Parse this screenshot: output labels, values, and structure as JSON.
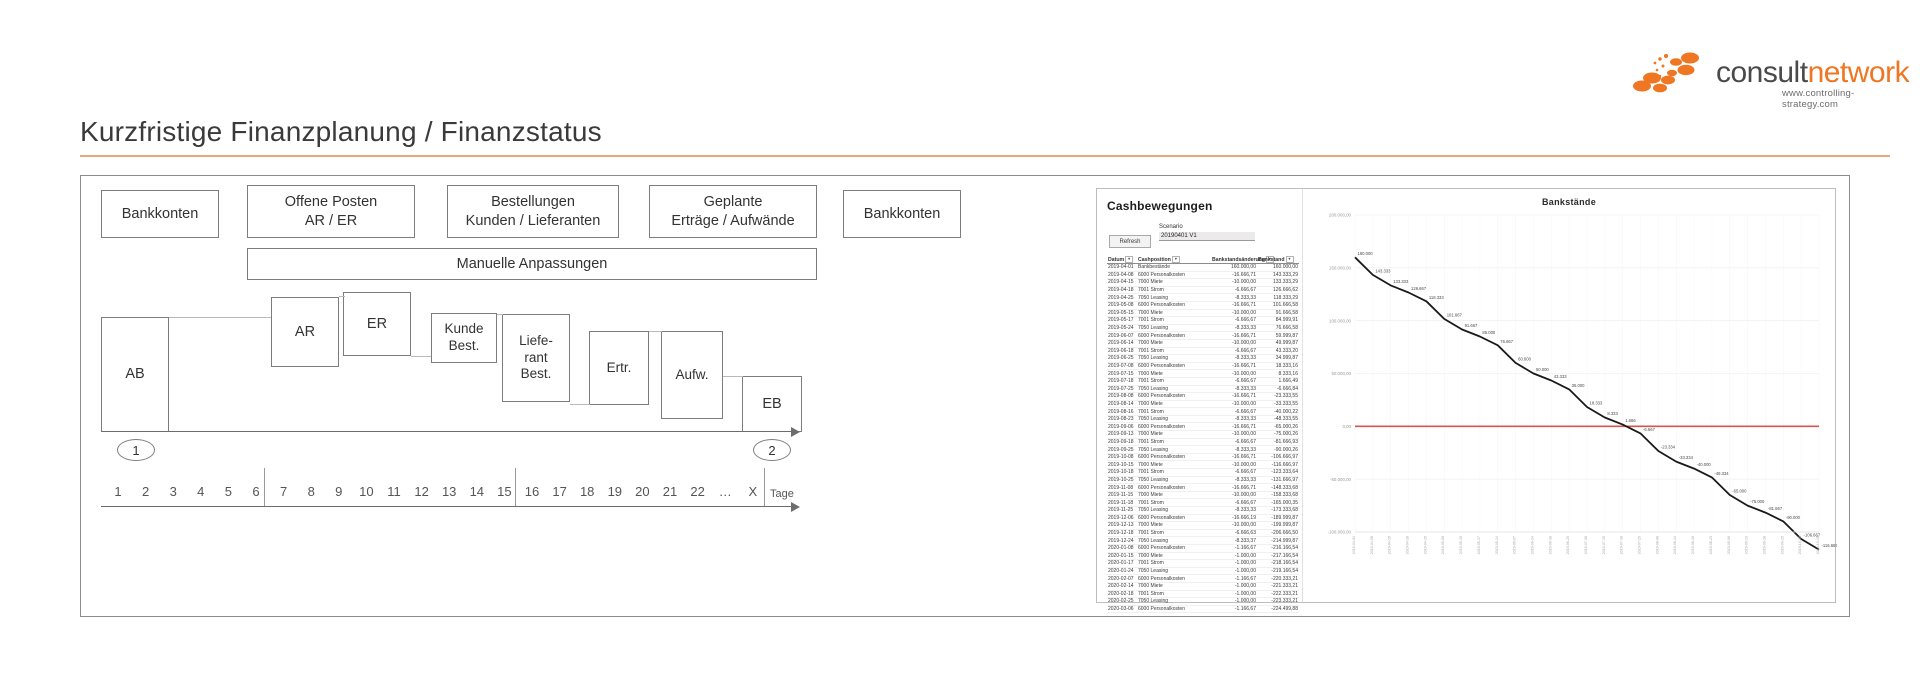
{
  "logo": {
    "text_part1": "consult",
    "text_part2": "network",
    "url": "www.controlling-strategy.com",
    "accent": "#ef7622",
    "dark": "#4a4a4a"
  },
  "page": {
    "title": "Kurzfristige Finanzplanung / Finanzstatus",
    "rule_color": "#e8a87c"
  },
  "diagram": {
    "top_boxes": [
      {
        "label": "Bankkonten"
      },
      {
        "label": "Offene Posten\nAR / ER"
      },
      {
        "label": "Bestellungen\nKunden / Lieferanten"
      },
      {
        "label": "Geplante\nErträge / Aufwände"
      },
      {
        "label": "Bankkonten"
      }
    ],
    "manual_box": "Manuelle Anpassungen",
    "waterfall": [
      {
        "label": "AB"
      },
      {
        "label": "AR"
      },
      {
        "label": "ER"
      },
      {
        "label": "Kunde\nBest."
      },
      {
        "label": "Liefe-\nrant\nBest."
      },
      {
        "label": "Ertr."
      },
      {
        "label": "Aufw."
      },
      {
        "label": "EB"
      }
    ],
    "step_markers": [
      "1",
      "2"
    ],
    "timeline": {
      "days": [
        "1",
        "2",
        "3",
        "4",
        "5",
        "6",
        "7",
        "8",
        "9",
        "10",
        "11",
        "12",
        "13",
        "14",
        "15",
        "16",
        "17",
        "18",
        "19",
        "20",
        "21",
        "22",
        "…",
        "X"
      ],
      "unit_label": "Tage"
    }
  },
  "dashboard": {
    "panel_title": "Cashbewegungen",
    "refresh_label": "Refresh",
    "scenario_label": "Scenario",
    "scenario_value": "20190401 V1",
    "table": {
      "columns": [
        "Datum",
        "Cashposition",
        "Bankstandsänderung",
        "Bankstand"
      ],
      "rows": [
        [
          "2019-04-01",
          "Bankbestände",
          "160.000,00",
          "160.000,00"
        ],
        [
          "2019-04-08",
          "6000 Personalkosten",
          "-16.666,71",
          "143.333,29"
        ],
        [
          "2019-04-15",
          "7000 Miete",
          "-10.000,00",
          "133.333,29"
        ],
        [
          "2019-04-18",
          "7001 Strom",
          "-6.666,67",
          "126.666,62"
        ],
        [
          "2019-04-25",
          "7050 Leasing",
          "-8.333,33",
          "118.333,29"
        ],
        [
          "2019-05-08",
          "6000 Personalkosten",
          "-16.666,71",
          "101.666,58"
        ],
        [
          "2019-05-15",
          "7000 Miete",
          "-10.000,00",
          "91.666,58"
        ],
        [
          "2019-05-17",
          "7001 Strom",
          "-6.666,67",
          "84.999,91"
        ],
        [
          "2019-05-24",
          "7050 Leasing",
          "-8.333,33",
          "76.666,58"
        ],
        [
          "2019-06-07",
          "6000 Personalkosten",
          "-16.666,71",
          "59.999,87"
        ],
        [
          "2019-06-14",
          "7000 Miete",
          "-10.000,00",
          "49.999,87"
        ],
        [
          "2019-06-18",
          "7001 Strom",
          "-6.666,67",
          "43.333,20"
        ],
        [
          "2019-06-25",
          "7050 Leasing",
          "-8.333,33",
          "34.999,87"
        ],
        [
          "2019-07-08",
          "6000 Personalkosten",
          "-16.666,71",
          "18.333,16"
        ],
        [
          "2019-07-15",
          "7000 Miete",
          "-10.000,00",
          "8.333,16"
        ],
        [
          "2019-07-18",
          "7001 Strom",
          "-6.666,67",
          "1.666,49"
        ],
        [
          "2019-07-25",
          "7050 Leasing",
          "-8.333,33",
          "-6.666,84"
        ],
        [
          "2019-08-08",
          "6000 Personalkosten",
          "-16.666,71",
          "-23.333,55"
        ],
        [
          "2019-08-14",
          "7000 Miete",
          "-10.000,00",
          "-33.333,55"
        ],
        [
          "2019-08-16",
          "7001 Strom",
          "-6.666,67",
          "-40.000,22"
        ],
        [
          "2019-08-23",
          "7050 Leasing",
          "-8.333,33",
          "-48.333,55"
        ],
        [
          "2019-09-06",
          "6000 Personalkosten",
          "-16.666,71",
          "-65.000,26"
        ],
        [
          "2019-09-13",
          "7000 Miete",
          "-10.000,00",
          "-75.000,26"
        ],
        [
          "2019-09-18",
          "7001 Strom",
          "-6.666,67",
          "-81.666,93"
        ],
        [
          "2019-09-25",
          "7050 Leasing",
          "-8.333,33",
          "-90.000,26"
        ],
        [
          "2019-10-08",
          "6000 Personalkosten",
          "-16.666,71",
          "-106.666,97"
        ],
        [
          "2019-10-15",
          "7000 Miete",
          "-10.000,00",
          "-116.666,97"
        ],
        [
          "2019-10-18",
          "7001 Strom",
          "-6.666,67",
          "-123.333,64"
        ],
        [
          "2019-10-25",
          "7050 Leasing",
          "-8.333,33",
          "-131.666,97"
        ],
        [
          "2019-11-08",
          "6000 Personalkosten",
          "-16.666,71",
          "-148.333,68"
        ],
        [
          "2019-11-15",
          "7000 Miete",
          "-10.000,00",
          "-158.333,68"
        ],
        [
          "2019-11-18",
          "7001 Strom",
          "-6.666,67",
          "-165.000,35"
        ],
        [
          "2019-11-25",
          "7050 Leasing",
          "-8.333,33",
          "-173.333,68"
        ],
        [
          "2019-12-06",
          "6000 Personalkosten",
          "-16.666,19",
          "-189.999,87"
        ],
        [
          "2019-12-13",
          "7000 Miete",
          "-10.000,00",
          "-199.999,87"
        ],
        [
          "2019-12-18",
          "7001 Strom",
          "-6.666,63",
          "-206.666,50"
        ],
        [
          "2019-12-24",
          "7050 Leasing",
          "-8.333,37",
          "-214.999,87"
        ],
        [
          "2020-01-08",
          "6000 Personalkosten",
          "-1.166,67",
          "-216.166,54"
        ],
        [
          "2020-01-15",
          "7000 Miete",
          "-1.000,00",
          "-217.166,54"
        ],
        [
          "2020-01-17",
          "7001 Strom",
          "-1.000,00",
          "-218.166,54"
        ],
        [
          "2020-01-24",
          "7050 Leasing",
          "-1.000,00",
          "-219.166,54"
        ],
        [
          "2020-02-07",
          "6000 Personalkosten",
          "-1.166,67",
          "-220.333,21"
        ],
        [
          "2020-02-14",
          "7000 Miete",
          "-1.000,00",
          "-221.333,21"
        ],
        [
          "2020-02-18",
          "7001 Strom",
          "-1.000,00",
          "-222.333,21"
        ],
        [
          "2020-02-25",
          "7050 Leasing",
          "-1.000,00",
          "-223.333,21"
        ],
        [
          "2020-03-06",
          "6000 Personalkosten",
          "-1.166,67",
          "-224.499,88"
        ]
      ]
    }
  },
  "chart_data": {
    "type": "line",
    "title": "Bankstände",
    "xlabel": "",
    "ylabel": "",
    "ylim": [
      -100000,
      200000
    ],
    "yticks": [
      200000,
      150000,
      100000,
      50000,
      0,
      -50000,
      -100000
    ],
    "ytick_labels": [
      "200.000,00",
      "150.000,00",
      "100.000,00",
      "50.000,00",
      "0,00",
      "-50.000,00",
      "-100.000,00"
    ],
    "grid": true,
    "legend": "none",
    "line_color": "#1a1a1a",
    "threshold_color": "#d9534f",
    "threshold_value": 0,
    "x": [
      "2019-04-01",
      "2019-04-08",
      "2019-04-15",
      "2019-04-18",
      "2019-04-25",
      "2019-05-08",
      "2019-05-15",
      "2019-05-17",
      "2019-05-24",
      "2019-06-07",
      "2019-06-14",
      "2019-06-18",
      "2019-06-25",
      "2019-07-08",
      "2019-07-15",
      "2019-07-18",
      "2019-07-25",
      "2019-08-08",
      "2019-08-14",
      "2019-08-16",
      "2019-08-23",
      "2019-09-06",
      "2019-09-13",
      "2019-09-18",
      "2019-09-25",
      "2019-10-08",
      "2019-10-15"
    ],
    "values": [
      160000,
      143333,
      133333,
      126667,
      118333,
      101667,
      91667,
      85000,
      76667,
      60000,
      50000,
      43333,
      35000,
      18333,
      8333,
      1666,
      -6667,
      -23334,
      -33334,
      -40000,
      -48334,
      -65000,
      -75000,
      -81667,
      -90000,
      -106667,
      -116667
    ],
    "data_labels": [
      "160.000",
      "143.333",
      "133.333",
      "126.667",
      "118.333",
      "101.667",
      "91.667",
      "85.000",
      "76.667",
      "60.000",
      "50.000",
      "43.333",
      "35.000",
      "18.333",
      "8.333",
      "1.666",
      "-6.667",
      "-23.334",
      "-33.334",
      "-40.000",
      "-48.334",
      "-65.000",
      "-75.000",
      "-81.667",
      "-90.000",
      "-106.667",
      "-116.667"
    ]
  }
}
